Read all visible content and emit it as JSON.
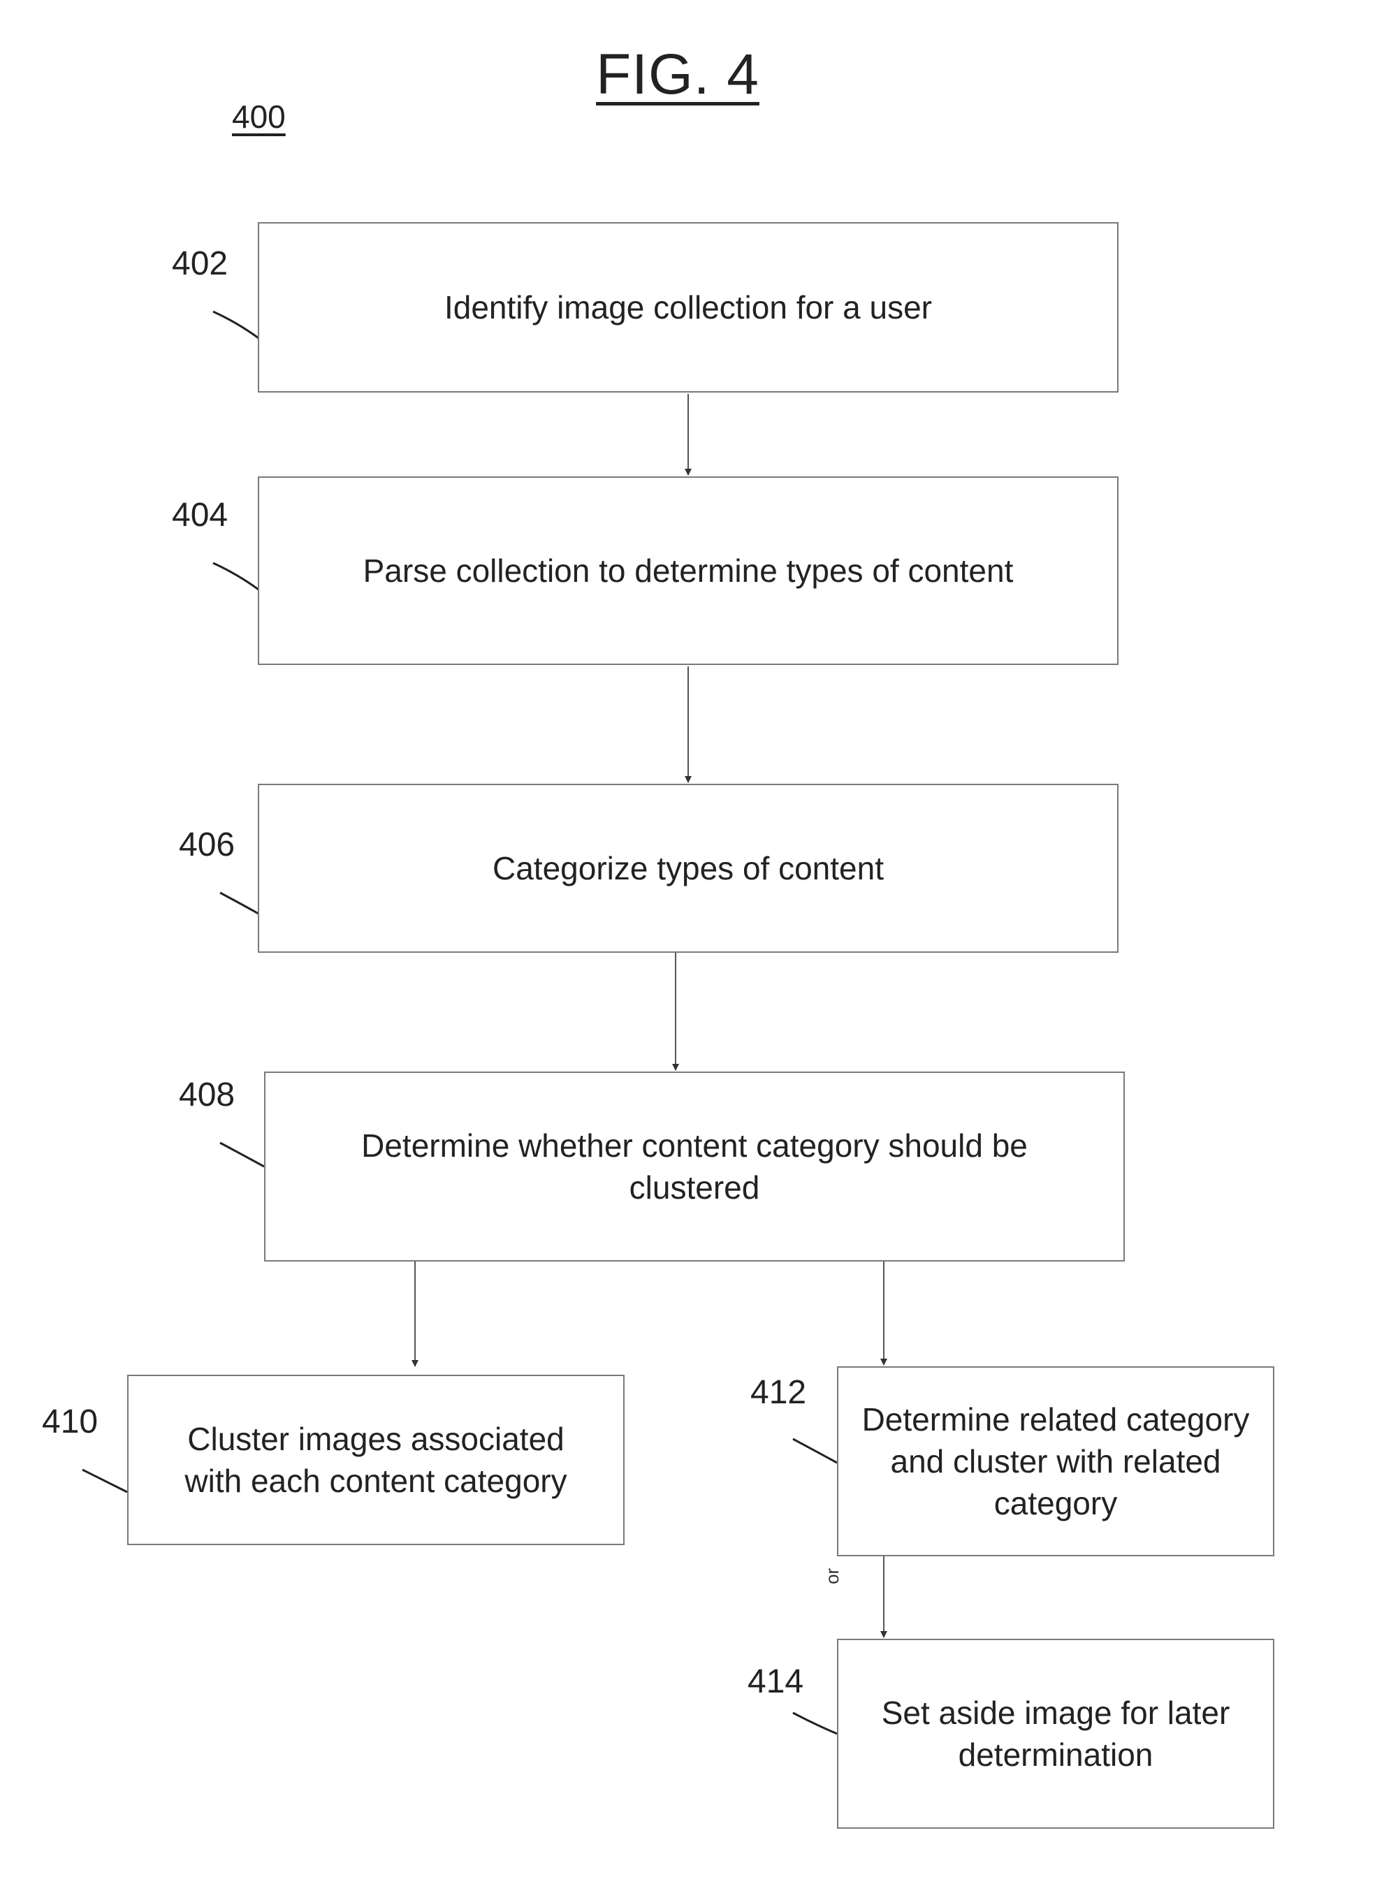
{
  "figure": {
    "title": "FIG. 4",
    "number": "400"
  },
  "steps": {
    "s402": {
      "ref": "402",
      "text": "Identify image collection for a user"
    },
    "s404": {
      "ref": "404",
      "text": "Parse collection to determine types of content"
    },
    "s406": {
      "ref": "406",
      "text": "Categorize types of content"
    },
    "s408": {
      "ref": "408",
      "text": "Determine whether content category should be clustered"
    },
    "s410": {
      "ref": "410",
      "text": "Cluster images associated with each content category"
    },
    "s412": {
      "ref": "412",
      "text": "Determine related category and cluster with related category"
    },
    "s414": {
      "ref": "414",
      "text": "Set aside image for later determination"
    }
  },
  "connector_label": "or"
}
